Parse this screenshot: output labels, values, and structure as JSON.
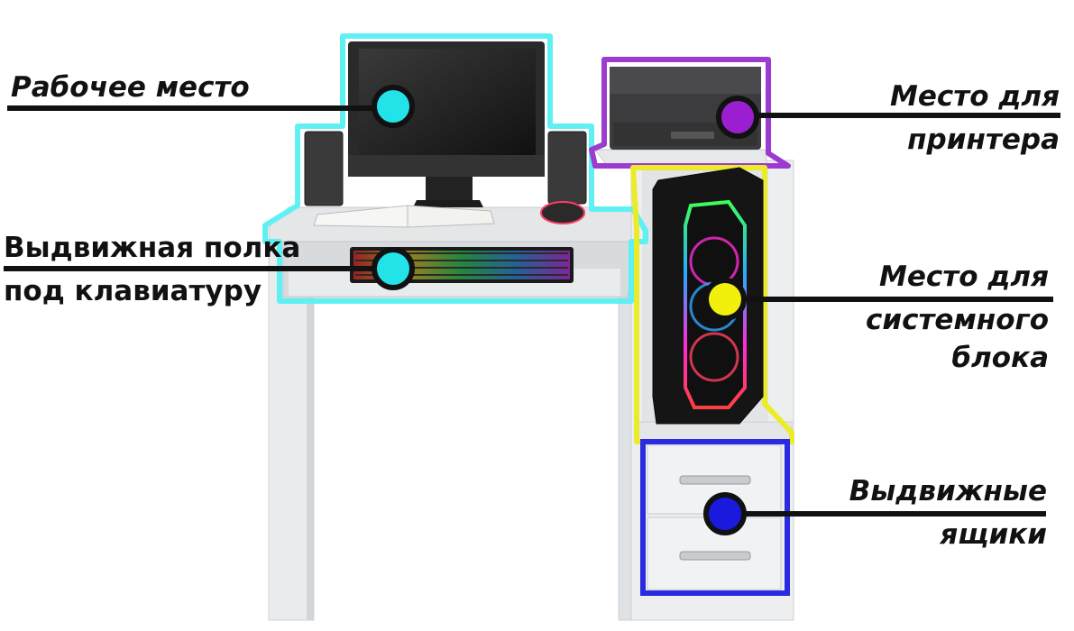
{
  "callouts": {
    "workspace": {
      "lines": [
        "Рабочее место"
      ],
      "dot_color": "#22e3e8"
    },
    "keyboard_shelf": {
      "lines": [
        "Выдвижная полка",
        "под клавиатуру"
      ],
      "dot_color": "#22e3e8"
    },
    "printer_place": {
      "lines": [
        "Место для",
        "принтера"
      ],
      "dot_color": "#9b1fd1"
    },
    "system_unit_place": {
      "lines": [
        "Место для",
        "системного",
        "блока"
      ],
      "dot_color": "#f1ef0c"
    },
    "drawers": {
      "lines": [
        "Выдвижные",
        "ящики"
      ],
      "dot_color": "#1a1adf"
    }
  },
  "colors": {
    "desk": "#e6e8ea",
    "workspace_outline": "#5ff0f4",
    "printer_outline": "#9b3bd0",
    "system_unit_outline": "#eceb2a",
    "drawers_outline": "#2a2ae0",
    "leader_line": "#111111"
  }
}
